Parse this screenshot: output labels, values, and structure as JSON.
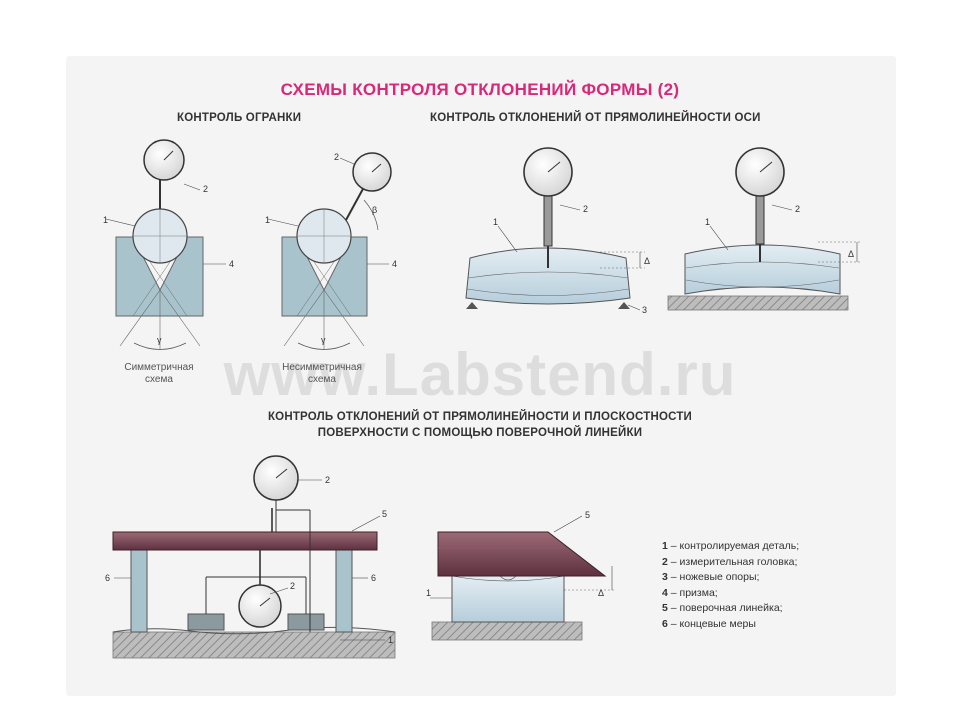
{
  "title": "СХЕМЫ КОНТРОЛЯ ОТКЛОНЕНИЙ ФОРМЫ (2)",
  "sections": {
    "ogranka": "КОНТРОЛЬ ОГРАНКИ",
    "axis": "КОНТРОЛЬ ОТКЛОНЕНИЙ ОТ ПРЯМОЛИНЕЙНОСТИ ОСИ",
    "surface_line1": "КОНТРОЛЬ ОТКЛОНЕНИЙ ОТ ПРЯМОЛИНЕЙНОСТИ И ПЛОСКОСТНОСТИ",
    "surface_line2": "ПОВЕРХНОСТИ С ПОМОЩЬЮ ПОВЕРОЧНОЙ ЛИНЕЙКИ"
  },
  "captions": {
    "symmetric_1": "Симметричная",
    "symmetric_2": "схема",
    "asymmetric_1": "Несимметричная",
    "asymmetric_2": "схема"
  },
  "watermark": "www.Labstend.ru",
  "labels": {
    "n1": "1",
    "n2": "2",
    "n3": "3",
    "n4": "4",
    "n5": "5",
    "n6": "6",
    "gamma": "γ",
    "beta": "β",
    "delta": "Δ"
  },
  "legend": [
    {
      "num": "1",
      "text": " – контролируемая деталь;"
    },
    {
      "num": "2",
      "text": " – измерительная головка;"
    },
    {
      "num": "3",
      "text": " – ножевые опоры;"
    },
    {
      "num": "4",
      "text": " – призма;"
    },
    {
      "num": "5",
      "text": " – поверочная линейка;"
    },
    {
      "num": "6",
      "text": " – концевые меры"
    }
  ],
  "colors": {
    "title": "#d8287a",
    "prism": "#a9c3cc",
    "part": "#c9dbe6",
    "ruler": "#7a4452",
    "base": "#9a9a9a"
  }
}
